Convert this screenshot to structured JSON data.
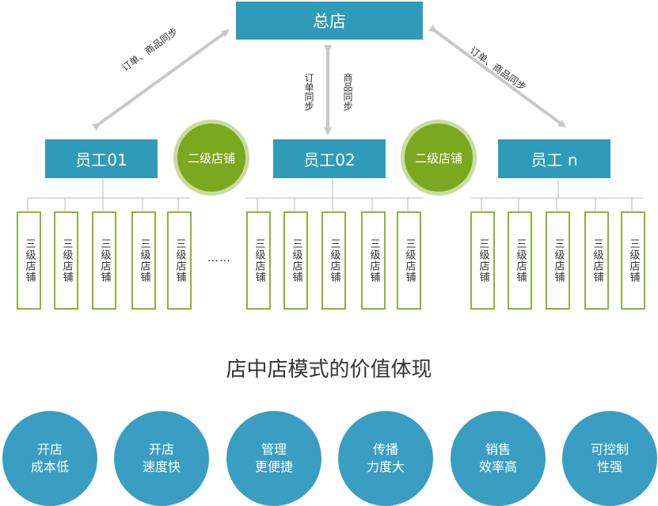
{
  "hq": {
    "label": "总店"
  },
  "sync_left": "订单、商品同步",
  "sync_right": "订单、商品同步",
  "sync_mid_left": "订单同步",
  "sync_mid_right": "商品同步",
  "employees": [
    {
      "label": "员工01"
    },
    {
      "label": "员工02"
    },
    {
      "label": "员工 n"
    }
  ],
  "second_level": [
    {
      "label": "二级店铺"
    },
    {
      "label": "二级店铺"
    }
  ],
  "third_level_label": "三级店铺",
  "ellipsis": "……",
  "title": "店中店模式的价值体现",
  "values": [
    {
      "line1": "开店",
      "line2": "成本低"
    },
    {
      "line1": "开店",
      "line2": "速度快"
    },
    {
      "line1": "管理",
      "line2": "更便捷"
    },
    {
      "line1": "传播",
      "line2": "力度大"
    },
    {
      "line1": "销售",
      "line2": "效率高"
    },
    {
      "line1": "可控制",
      "line2": "性强"
    }
  ],
  "colors": {
    "box": "#2f9bb8",
    "circle": "#7aa81f",
    "shop_border": "#8ab43a",
    "value": "#3a9ec2",
    "arrow": "#c8c8c8"
  }
}
